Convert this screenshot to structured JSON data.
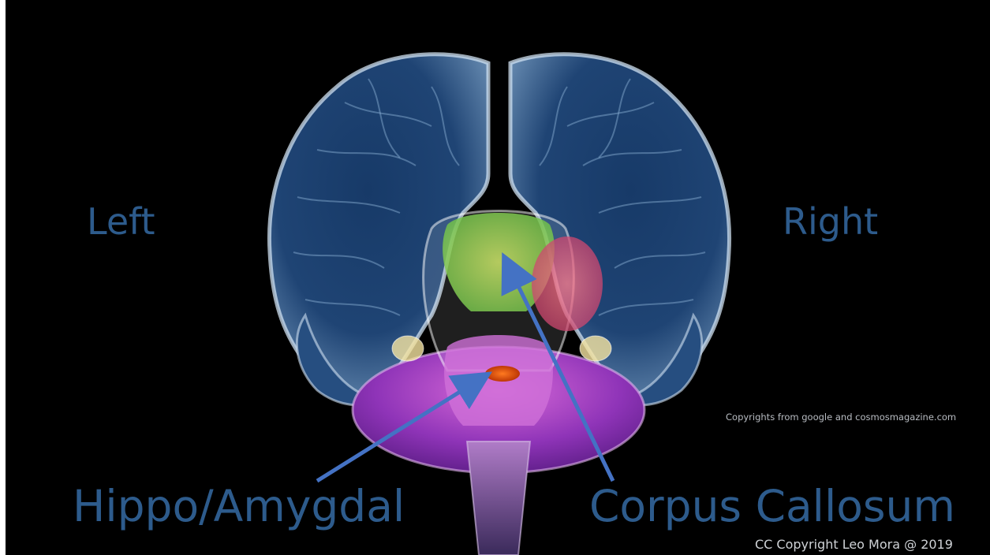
{
  "labels": {
    "left": "Left",
    "right": "Right",
    "hippocampus": "Hippo/Amygdal",
    "corpus": "Corpus Callosum"
  },
  "credits": {
    "source": "Copyrights from google and cosmosmagazine.com",
    "license": "CC Copyright Leo Mora @ 2019"
  },
  "colors": {
    "background": "#000000",
    "label_text": "#2d5b8c",
    "arrow": "#4472c4",
    "cerebrum": "#1b3760",
    "cerebellum": "#8d34b4",
    "amygdala": "#e04a10",
    "thalamus_green": "#8fdc4e",
    "striatum_red": "#e04a60"
  }
}
